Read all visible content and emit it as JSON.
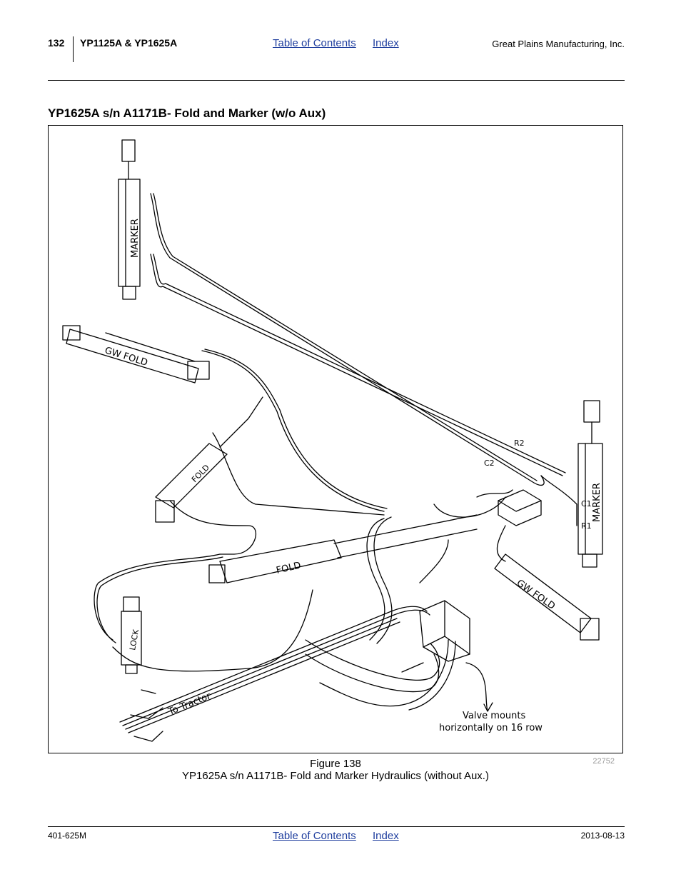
{
  "header": {
    "page_number": "132",
    "model": "YP1125A & YP1625A",
    "toc_link": "Table of Contents",
    "index_link": "Index",
    "company": "Great Plains Manufacturing, Inc."
  },
  "section": {
    "title": "YP1625A s/n A1171B- Fold and Marker (w/o Aux)"
  },
  "figure": {
    "labels": {
      "marker_left": "MARKER",
      "marker_right": "MARKER",
      "gw_fold_left": "GW FOLD",
      "gw_fold_right": "GW FOLD",
      "fold_upper": "FOLD",
      "fold_lower": "FOLD",
      "lock": "LOCK",
      "r2": "R2",
      "c2": "C2",
      "c1": "C1",
      "r1": "R1",
      "to_tractor": "To Tractor",
      "valve_note_line1": "Valve mounts",
      "valve_note_line2": "horizontally on 16 row"
    },
    "number": "22752",
    "caption_line1": "Figure 138",
    "caption_line2": "YP1625A s/n A1171B- Fold and Marker Hydraulics (without Aux.)"
  },
  "footer": {
    "doc_number": "401-625M",
    "toc_link": "Table of Contents",
    "index_link": "Index",
    "date": "2013-08-13"
  }
}
